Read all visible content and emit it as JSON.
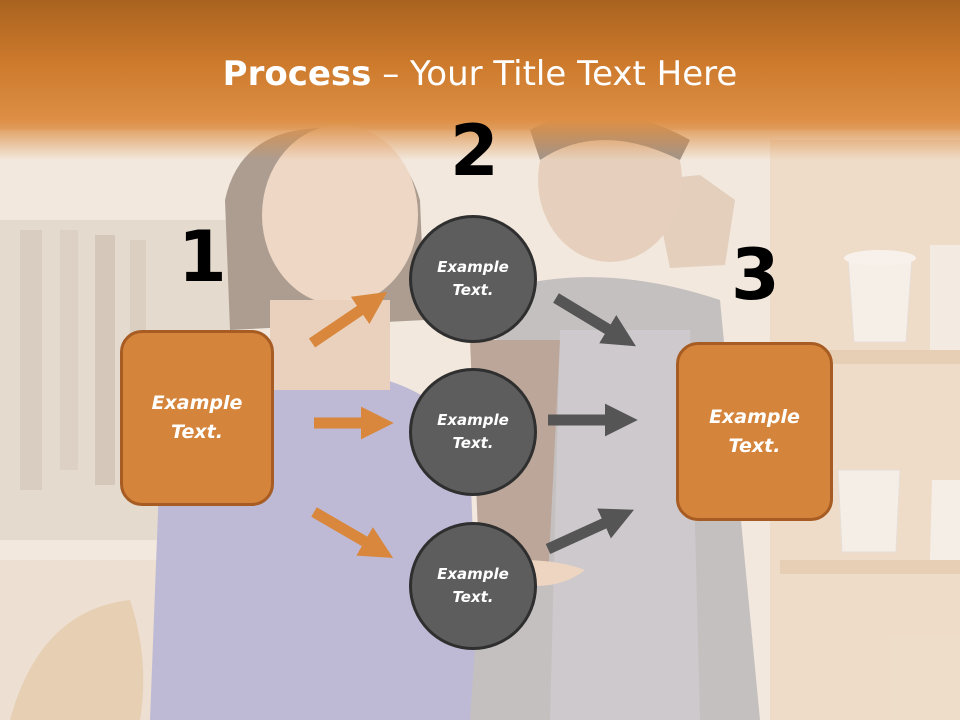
{
  "title": {
    "bold": "Process",
    "separator": " – ",
    "rest": "Your Title Text Here"
  },
  "steps": [
    {
      "number": "1",
      "label": "Example\nText."
    },
    {
      "number": "2",
      "items": [
        "Example\nText.",
        "Example\nText.",
        "Example\nText."
      ]
    },
    {
      "number": "3",
      "label": "Example\nText."
    }
  ],
  "colors": {
    "orange": "#d5843b",
    "orange_border": "#a65c22",
    "gray": "#5d5d5d",
    "gray_border": "#2f2f2f",
    "arrow_orange": "#d9873c",
    "arrow_gray": "#555555"
  }
}
